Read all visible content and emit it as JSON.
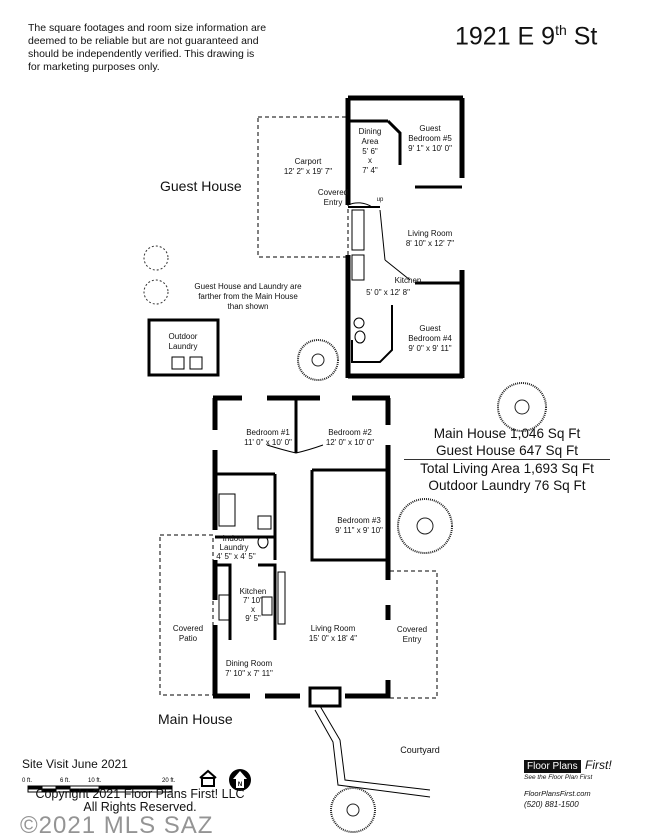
{
  "disclaimer": "The square footages and room size information are deemed to be reliable but are not guaranteed and should be independently verified. This drawing is for marketing purposes only.",
  "title": {
    "main": "1921 E 9",
    "sup": "th",
    "rest": " St"
  },
  "guest_house": {
    "label": "Guest House",
    "note": [
      "Guest House and Laundry are",
      "farther from the Main House",
      "than shown"
    ],
    "rooms": {
      "dining": [
        "Dining",
        "Area",
        "5' 6\"",
        "x",
        "7' 4\""
      ],
      "bedroom5": [
        "Guest",
        "Bedroom #5",
        "9' 1\" x 10' 0\""
      ],
      "carport": [
        "Carport",
        "12' 2\" x 19' 7\""
      ],
      "covered_entry": [
        "Covered",
        "Entry"
      ],
      "living": [
        "Living Room",
        "8' 10\" x 12' 7\""
      ],
      "kitchen": [
        "Kitchen",
        "5' 0\" x 12' 8\""
      ],
      "bedroom4": [
        "Guest",
        "Bedroom #4",
        "9' 0\" x 9' 11\""
      ],
      "up_label": "up"
    }
  },
  "outdoor_laundry": [
    "Outdoor",
    "Laundry"
  ],
  "main_house": {
    "label": "Main House",
    "rooms": {
      "bedroom1": [
        "Bedroom #1",
        "11' 0\" x 10' 0\""
      ],
      "bedroom2": [
        "Bedroom #2",
        "12' 0\" x 10' 0\""
      ],
      "bedroom3": [
        "Bedroom #3",
        "9' 11\" x 9' 10\""
      ],
      "laundry": [
        "Indoor",
        "Laundry",
        "4' 5\" x 4' 5\""
      ],
      "kitchen": [
        "Kitchen",
        "7' 10\"",
        "x",
        "9' 5\""
      ],
      "patio": [
        "Covered",
        "Patio"
      ],
      "living": [
        "Living Room",
        "15' 0\" x 18' 4\""
      ],
      "covered_entry": [
        "Covered",
        "Entry"
      ],
      "dining": [
        "Dining Room",
        "7' 10\" x 7' 11\""
      ]
    },
    "courtyard": "Courtyard"
  },
  "areas": {
    "main": "Main House  1,046 Sq Ft",
    "guest": "Guest House  647 Sq Ft",
    "total": "Total Living Area  1,693 Sq Ft",
    "outdoor": "Outdoor Laundry 76 Sq Ft"
  },
  "site_visit": "Site Visit June 2021",
  "scale_labels": [
    "0 ft.",
    "6 ft.",
    "10 ft.",
    "20 ft."
  ],
  "north_label": "N",
  "copyright": [
    "Copyright 2021 Floor Plans First! LLC",
    "All Rights Reserved."
  ],
  "watermark": "©2021 MLS SAZ",
  "logo": {
    "box": "Floor Plans",
    "first": "First!",
    "tagline": "See the Floor Plan First",
    "website": "FloorPlansFirst.com",
    "phone": "(520) 881-1500"
  },
  "icons": [
    "equal-housing-icon",
    "north-arrow-icon",
    "tree-icon",
    "shrub-icon"
  ]
}
